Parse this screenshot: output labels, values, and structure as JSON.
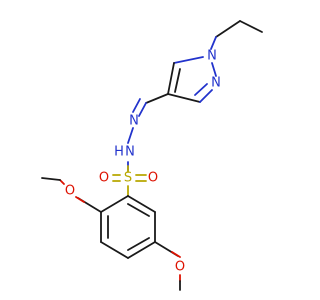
{
  "molecule": {
    "atom_colors": {
      "N": "#2233cc",
      "O": "#dd1100",
      "S": "#b8a800",
      "C": "#1a1a1a"
    },
    "labels": {
      "pyrazole_n1": "N",
      "pyrazole_n2": "N",
      "hydrazone_n": "N",
      "amine_nh": "N",
      "amine_h": "H",
      "sulfur": "S",
      "sulfonyl_o_left": "O",
      "sulfonyl_o_right": "O",
      "methoxy_o_upper": "O",
      "methoxy_o_lower": "O"
    }
  }
}
